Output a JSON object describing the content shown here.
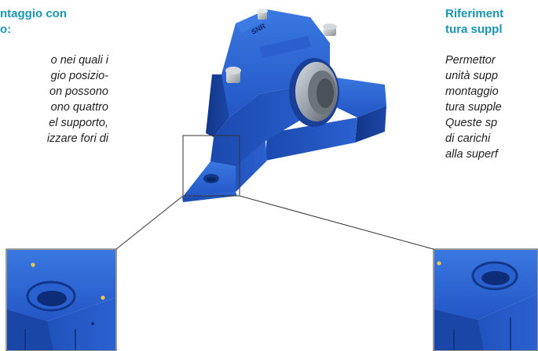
{
  "left_column": {
    "heading_lines": [
      "ntaggio con",
      "o:"
    ],
    "body_lines": [
      "o nei quali i",
      "gio posizio-",
      "on possono",
      "ono quattro",
      "el supporto,",
      "izzare fori di"
    ]
  },
  "right_column": {
    "heading_lines": [
      "Riferiment",
      "tura suppl"
    ],
    "body_lines": [
      "Permettor",
      "unità supp",
      "montaggio",
      "tura supple",
      "Queste sp",
      "di carichi",
      "alla superf"
    ]
  },
  "illustration": {
    "housing_marking": "SNR",
    "housing_color": "#2356c6",
    "highlight_color": "#e8c84a"
  }
}
